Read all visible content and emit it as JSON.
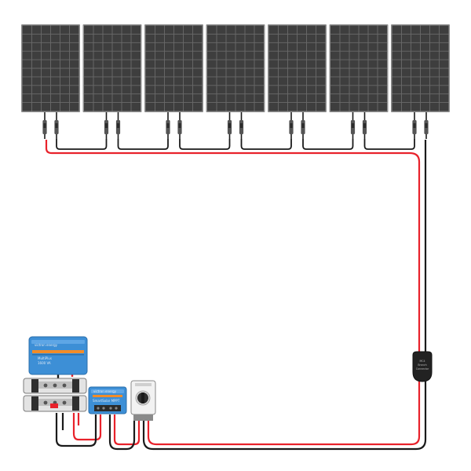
{
  "diagram": {
    "panel_count": 7,
    "colors": {
      "background": "#ffffff",
      "panel_frame": "#8e8e8e",
      "panel_cell": "#3e3e3e",
      "panel_grid": "#6a6a6a",
      "wire_positive": "#e8222b",
      "wire_negative": "#1a1a1a",
      "victron_blue": "#3d8fd6",
      "victron_orange": "#f28c28",
      "switch_body": "#f2f2f2",
      "connector": "#555555"
    },
    "icons": {
      "panels": "solar-panel-icon",
      "inverter": "inverter-charger-icon",
      "busbar": "busbar-icon",
      "controller": "mppt-controller-icon",
      "isolator": "dc-isolator-switch-icon",
      "junction": "combiner-junction-icon"
    },
    "labels": {
      "inverter_brand": "victron energy",
      "inverter_line1": "MultiPlus",
      "inverter_line2": "1600 VA",
      "controller_brand": "victron energy",
      "controller_line": "SmartSolar MPPT",
      "junction_line1": "MC4",
      "junction_line2": "Branch",
      "junction_line3": "Connector"
    }
  }
}
